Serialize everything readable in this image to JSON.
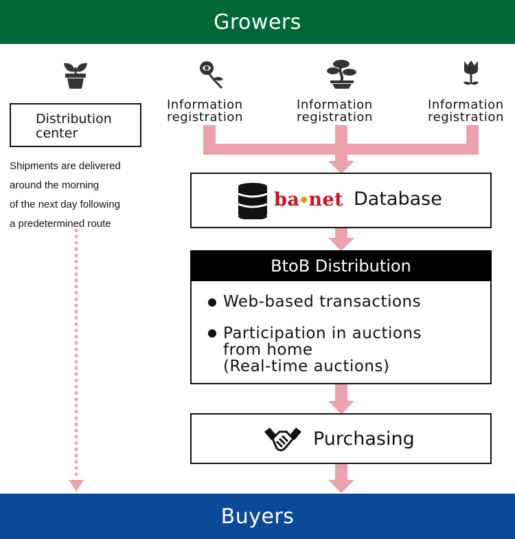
{
  "header": {
    "title": "Growers"
  },
  "footer": {
    "title": "Buyers"
  },
  "distribution_center": {
    "label_line1": "Distribution",
    "label_line2": "center",
    "note_lines": [
      "Shipments are delivered",
      "around the morning",
      "of the next day following",
      "a predetermined route"
    ]
  },
  "growers": [
    {
      "icon": "flower-icon",
      "label_line1": "Information",
      "label_line2": "registration"
    },
    {
      "icon": "bonsai-icon",
      "label_line1": "Information",
      "label_line2": "registration"
    },
    {
      "icon": "tulip-icon",
      "label_line1": "Information",
      "label_line2": "registration"
    }
  ],
  "database": {
    "brand_part1": "ba",
    "brand_part2": "net",
    "label": "Database"
  },
  "btob": {
    "title": "BtoB Distribution",
    "items": [
      "Web-based transactions",
      "Participation in auctions",
      "from home",
      "(Real-time auctions)"
    ]
  },
  "purchasing": {
    "label": "Purchasing"
  },
  "colors": {
    "growers_bg": "#006837",
    "buyers_bg": "#0a4a96",
    "arrow": "#eba2ab",
    "brand_red": "#cc1122",
    "brand_orange": "#f29400"
  }
}
